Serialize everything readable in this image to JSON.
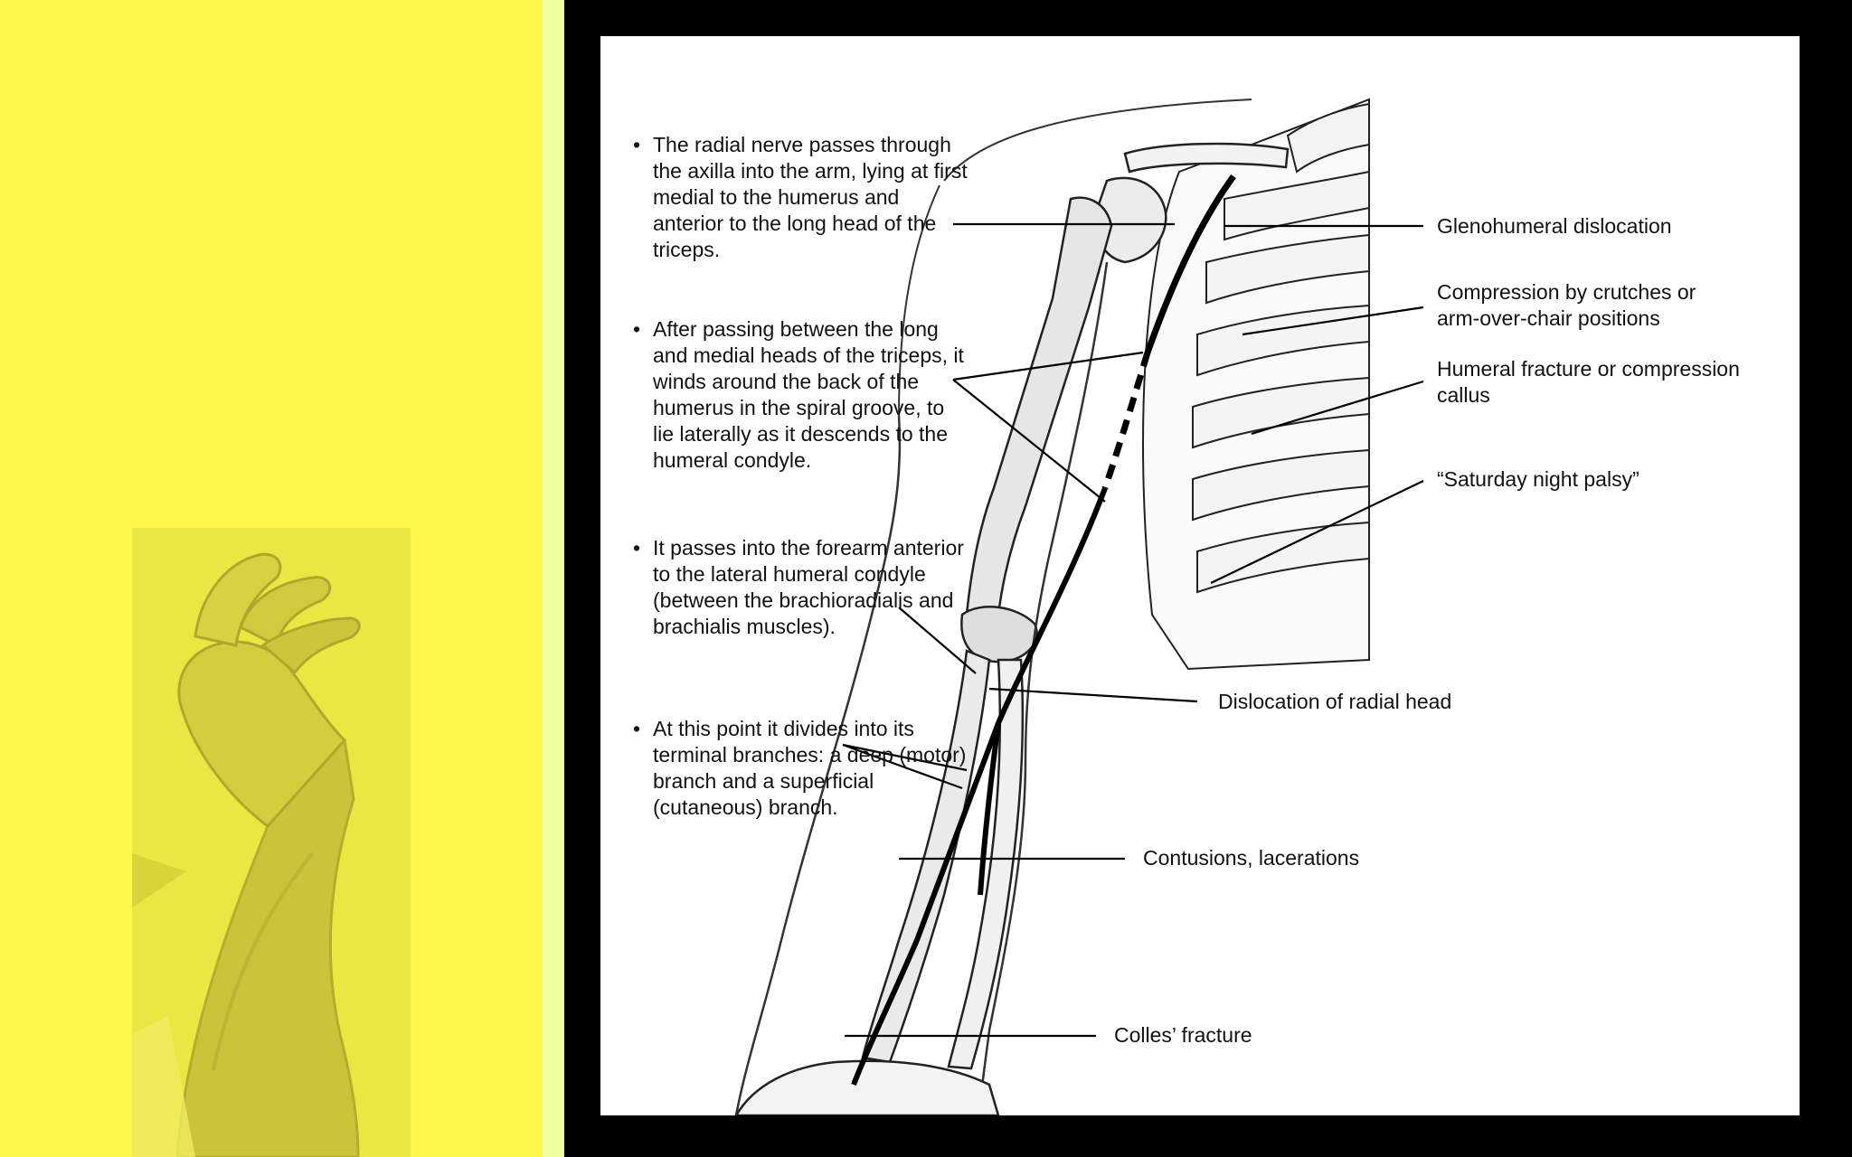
{
  "notes": [
    "The radial nerve passes through the axilla into the arm, lying at first medial to the humerus and anterior to the long head of the triceps.",
    "After passing between the long and medial heads of the triceps, it winds around the back of the humerus in the spiral groove, to lie laterally as it descends to the humeral condyle.",
    "It passes into the forearm anterior to the lateral humeral condyle (between the brachioradialis and brachialis muscles).",
    "At this point it divides into its terminal branches: a deep (motor) branch and a superficial (cutaneous) branch."
  ],
  "callouts": {
    "glenohumeral": "Glenohumeral dislocation",
    "crutches_1": "Compression by crutches or",
    "crutches_2": "arm-over-chair positions",
    "humeral_1": "Humeral fracture or compression",
    "humeral_2": "callus",
    "saturday": "“Saturday night palsy”",
    "radial_head": "Dislocation of radial head",
    "contusions": "Contusions, lacerations",
    "colles": "Colles’ fracture"
  },
  "colors": {
    "background": "#fff84a",
    "frame": "#000000",
    "canvas": "#ffffff",
    "photo_tint": "#e9e540"
  }
}
